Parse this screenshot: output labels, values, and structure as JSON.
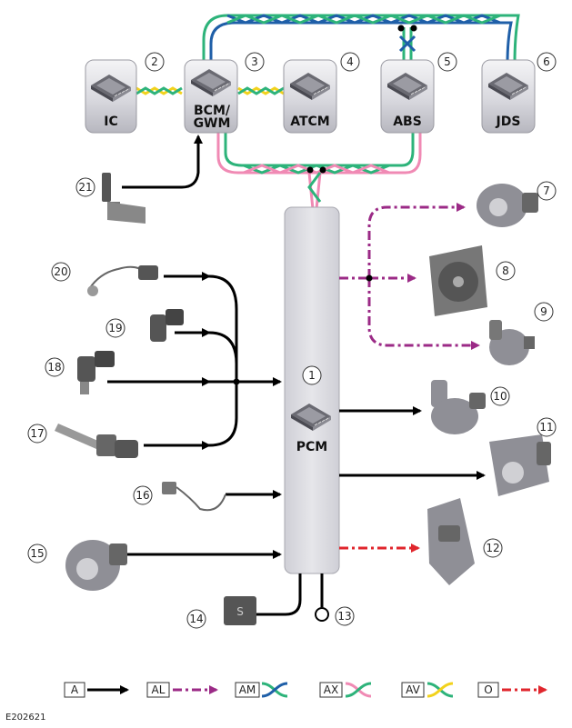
{
  "modules": {
    "ic": {
      "label": "IC",
      "number": "2"
    },
    "bcm": {
      "label_line1": "BCM/",
      "label_line2": "GWM",
      "number": "3"
    },
    "atcm": {
      "label": "ATCM",
      "number": "4"
    },
    "abs": {
      "label": "ABS",
      "number": "5"
    },
    "jds": {
      "label": "JDS",
      "number": "6"
    },
    "pcm": {
      "label": "PCM",
      "number": "1"
    }
  },
  "components": {
    "c7": "7",
    "c8": "8",
    "c9": "9",
    "c10": "10",
    "c11": "11",
    "c12": "12",
    "c13": "13",
    "c14": "14",
    "c15": "15",
    "c16": "16",
    "c17": "17",
    "c18": "18",
    "c19": "19",
    "c20": "20",
    "c21": "21"
  },
  "legend": [
    {
      "code": "A",
      "style": "solid-black"
    },
    {
      "code": "AL",
      "style": "dash-dot-purple"
    },
    {
      "code": "AM",
      "style": "twisted-blue-green"
    },
    {
      "code": "AX",
      "style": "twisted-pink-green"
    },
    {
      "code": "AV",
      "style": "twisted-yellow-green"
    },
    {
      "code": "O",
      "style": "dash-dot-red"
    }
  ],
  "colors": {
    "wire_black": "#000000",
    "wire_purple": "#9b2a86",
    "wire_red": "#e0262d",
    "can_blue": "#1f5fa8",
    "can_green": "#2db37a",
    "can_pink": "#f08ab4",
    "can_yellow": "#f2d21c",
    "pcm_body": "#d9d9df"
  },
  "reference": "E202621"
}
